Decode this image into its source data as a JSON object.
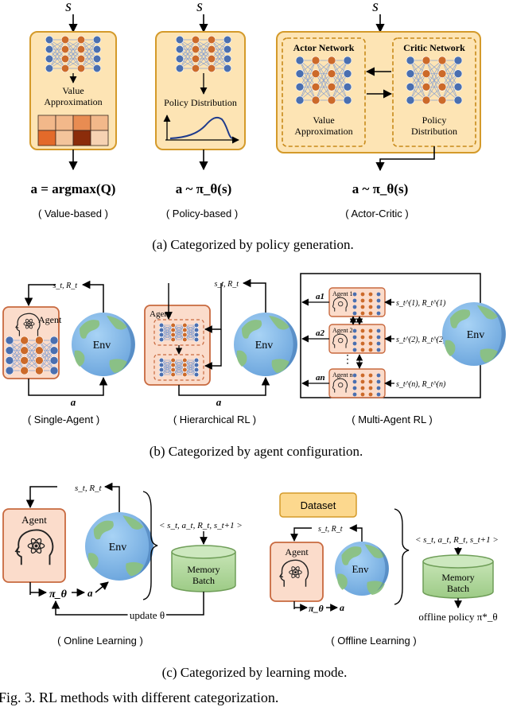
{
  "colors": {
    "panel_fill": "#fde4b4",
    "panel_stroke": "#d49a2a",
    "agent_fill": "#fbdccb",
    "agent_stroke": "#c8693f",
    "node_blue": "#4a6fb0",
    "node_orange": "#cc6a2a",
    "memory_fill": "#b5d9a2",
    "memory_stroke": "#6f9e58",
    "dataset_fill": "#fcd88e",
    "earth_ocean": "#7fb6e8",
    "earth_land": "#8bc181",
    "heatmap": [
      "#f2b88a",
      "#f2b88a",
      "#e88c52",
      "#f2b88a",
      "#e36a2a",
      "#f3c49b",
      "#8b2c0a",
      "#f6d2b2"
    ]
  },
  "section_a": {
    "state": "s",
    "value_panel": {
      "label_line1": "Value",
      "label_line2": "Approximation",
      "output": "a = argmax(Q)",
      "caption": "( Value-based )"
    },
    "policy_panel": {
      "label": "Policy Distribution",
      "output": "a ~ π_θ(s)",
      "caption": "( Policy-based )"
    },
    "ac_panel": {
      "actor_title": "Actor Network",
      "critic_title": "Critic Network",
      "actor_label_line1": "Value",
      "actor_label_line2": "Approximation",
      "critic_label_line1": "Policy",
      "critic_label_line2": "Distribution",
      "output": "a ~ π_θ(s)",
      "caption": "( Actor-Critic )"
    },
    "subcaption": "(a)  Categorized by policy generation."
  },
  "section_b": {
    "feedback": "s_t, R_t",
    "action": "a",
    "env": "Env",
    "agent": "Agent",
    "single_caption": "( Single-Agent )",
    "hier_caption": "( Hierarchical RL )",
    "multi_caption": "( Multi-Agent RL )",
    "multi_agents": [
      "Agent 1",
      "Agent 2",
      "Agent n"
    ],
    "multi_actions": [
      "a1",
      "a2",
      "an"
    ],
    "multi_feedback": [
      "s_t^(1), R_t^(1)",
      "s_t^(2), R_t^(2)",
      "s_t^(n), R_t^(n)"
    ],
    "subcaption": "(b)  Categorized by agent configuration."
  },
  "section_c": {
    "online": {
      "feedback": "s_t, R_t",
      "agent": "Agent",
      "env": "Env",
      "policy": "π_θ",
      "action": "a",
      "tuple": "< s_t, a_t, R_t, s_t+1 >",
      "memory_line1": "Memory",
      "memory_line2": "Batch",
      "update": "update θ",
      "caption": "( Online Learning )"
    },
    "offline": {
      "dataset": "Dataset",
      "feedback": "s_t, R_t",
      "agent": "Agent",
      "env": "Env",
      "policy": "π_θ",
      "action": "a",
      "tuple": "< s_t, a_t, R_t, s_t+1 >",
      "memory_line1": "Memory",
      "memory_line2": "Batch",
      "offline_policy": "offline policy π*_θ",
      "caption": "( Offline Learning )"
    },
    "subcaption": "(c)   Categorized by learning mode."
  },
  "figure_caption": "Fig. 3.  RL methods with different categorization."
}
